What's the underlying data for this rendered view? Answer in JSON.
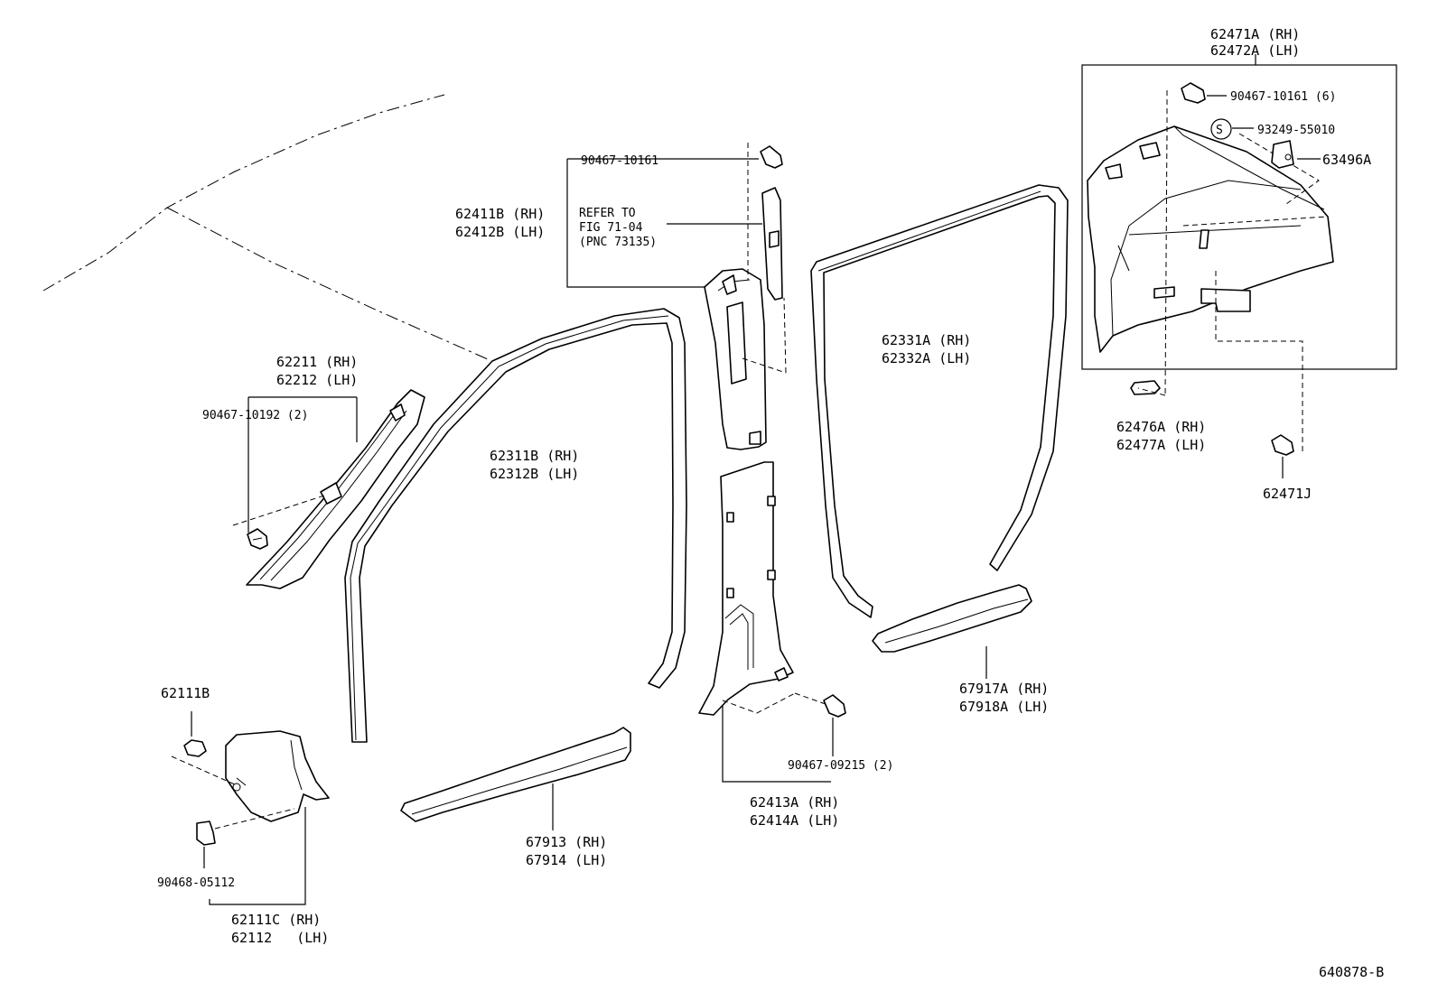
{
  "drawing_number": "640878-B",
  "labels": {
    "p62471A_rh": "62471A (RH)",
    "p62472A_lh": "62472A (LH)",
    "p90467_10161_6": "90467-10161 (6)",
    "p93249_55010": "93249-55010",
    "s_mark": "S",
    "p63496A": "63496A",
    "p90467_10161": "90467-10161",
    "p62411B_rh": "62411B (RH)",
    "p62412B_lh": "62412B (LH)",
    "refer_1": "REFER TO",
    "refer_2": "FIG 71-04",
    "refer_3": "(PNC 73135)",
    "p62331A_rh": "62331A (RH)",
    "p62332A_lh": "62332A (LH)",
    "p62476A_rh": "62476A (RH)",
    "p62477A_lh": "62477A (LH)",
    "p62471J": "62471J",
    "p62211_rh": "62211 (RH)",
    "p62212_lh": "62212 (LH)",
    "p90467_10192_2": "90467-10192 (2)",
    "p62311B_rh": "62311B (RH)",
    "p62312B_lh": "62312B (LH)",
    "p67917A_rh": "67917A (RH)",
    "p67918A_lh": "67918A (LH)",
    "p62111B": "62111B",
    "p90467_09215_2": "90467-09215 (2)",
    "p62413A_rh": "62413A (RH)",
    "p62414A_lh": "62414A (LH)",
    "p67913_rh": "67913 (RH)",
    "p67914_lh": "67914 (LH)",
    "p90468_05112": "90468-05112",
    "p62111C_rh": "62111C (RH)",
    "p62112_lh": "62112   (LH)"
  }
}
